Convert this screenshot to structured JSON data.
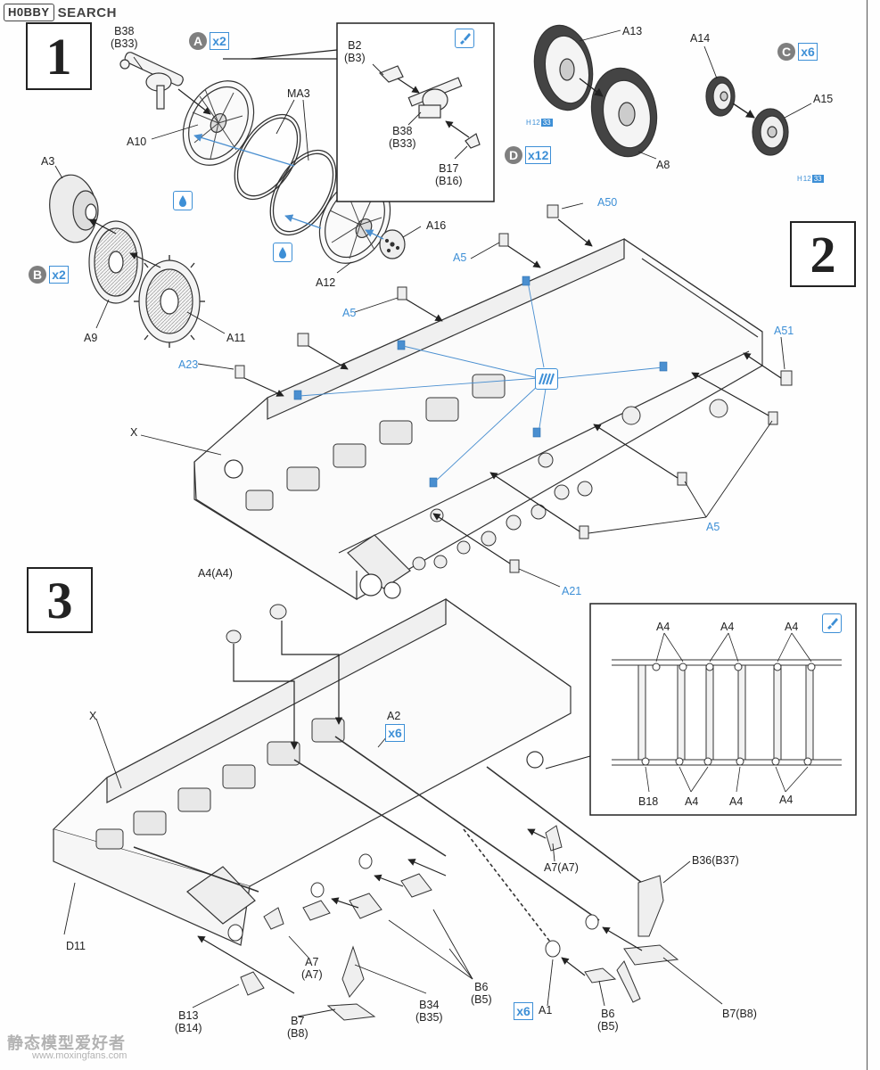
{
  "header": {
    "logo_text": "H0BBY",
    "brand_text": "SEARCH"
  },
  "steps": {
    "step1": "1",
    "step2": "2",
    "step3": "3"
  },
  "quantities": {
    "q1": {
      "letter": "A",
      "mult": "x2"
    },
    "q2": {
      "letter": "B",
      "mult": "x2"
    },
    "q3": {
      "letter": "C",
      "mult": "x6"
    },
    "q4": {
      "letter": "D",
      "mult": "x12"
    },
    "q5": {
      "mult": "x6"
    },
    "q6": {
      "mult": "x6"
    }
  },
  "paint_refs": {
    "p1": {
      "h": "H",
      "n1": "12",
      "n2": "33"
    },
    "p2": {
      "h": "H",
      "n1": "12",
      "n2": "33"
    }
  },
  "labels": {
    "b38_b33_top": "B38\n(B33)",
    "a10": "A10",
    "ma3": "MA3",
    "a3": "A3",
    "a9": "A9",
    "a11": "A11",
    "a12": "A12",
    "a16": "A16",
    "b2_b3": "B2\n(B3)",
    "b38_b33_inset": "B38\n(B33)",
    "b17_b16": "B17\n(B16)",
    "a13": "A13",
    "a8": "A8",
    "a14": "A14",
    "a15": "A15",
    "a50": "A50",
    "a5_1": "A5",
    "a5_2": "A5",
    "a5_3": "A5",
    "a51": "A51",
    "a23": "A23",
    "a21": "A21",
    "x_step2": "X",
    "a4_a4": "A4(A4)",
    "x_step3": "X",
    "a2": "A2",
    "d11": "D11",
    "a7_a7_1": "A7(A7)",
    "a7_a7_2": "A7\n(A7)",
    "b36_b37": "B36(B37)",
    "b34_b35": "B34\n(B35)",
    "b6_b5_1": "B6\n(B5)",
    "b6_b5_2": "B6\n(B5)",
    "a1": "A1",
    "b13_b14": "B13\n(B14)",
    "b7_b8_1": "B7\n(B8)",
    "b7_b8_2": "B7(B8)",
    "inset_a4_1": "A4",
    "inset_a4_2": "A4",
    "inset_a4_3": "A4",
    "inset_a4_4": "A4",
    "inset_a4_5": "A4",
    "inset_a4_6": "A4",
    "inset_b18": "B18"
  },
  "watermark": {
    "cn": "静态模型爱好者",
    "url": "www.moxingfans.com"
  },
  "colors": {
    "accent_blue": "#3d8fd6",
    "line": "#333333",
    "qty_gray": "#7f7f7f"
  },
  "icons": [
    "glue-icon",
    "brush-icon",
    "paint-swatch-icon",
    "arrow-icon"
  ]
}
